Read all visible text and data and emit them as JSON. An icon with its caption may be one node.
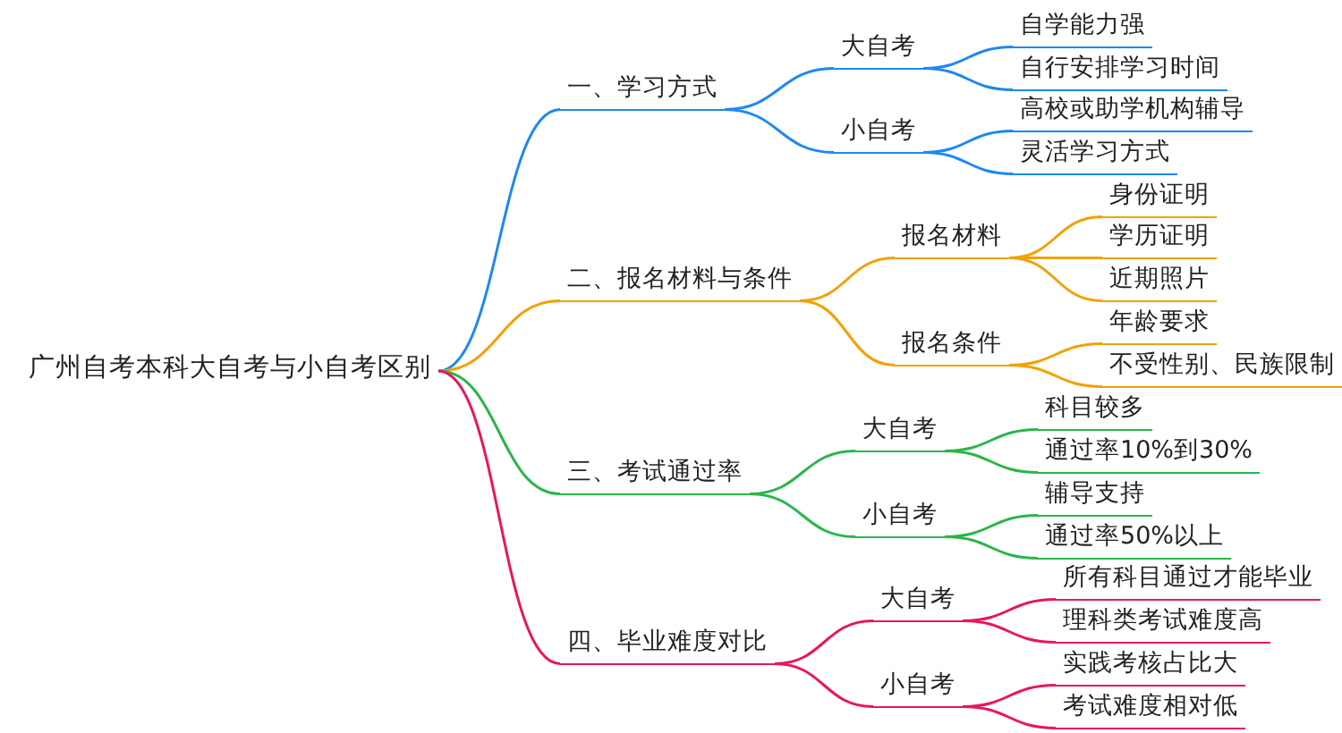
{
  "diagram": {
    "nodes": [
      {
        "text": [
          "广州自考本科大自考与小自考区别"
        ]
      },
      {
        "text": [
          "一、学习方式"
        ]
      },
      {
        "text": [
          "大自考"
        ]
      },
      {
        "text": [
          "自学能力强"
        ]
      },
      {
        "text": [
          "自行安排学习时间"
        ]
      },
      {
        "text": [
          "小自考"
        ]
      },
      {
        "text": [
          "高校或助学机构辅导"
        ]
      },
      {
        "text": [
          "灵活学习方式"
        ]
      },
      {
        "text": [
          "二、报名材料与条件"
        ]
      },
      {
        "text": [
          "报名材料"
        ]
      },
      {
        "text": [
          "身份证明"
        ]
      },
      {
        "text": [
          "学历证明"
        ]
      },
      {
        "text": [
          "近期照片"
        ]
      },
      {
        "text": [
          "报名条件"
        ]
      },
      {
        "text": [
          "年龄要求"
        ]
      },
      {
        "text": [
          "不受性别、民族限制"
        ]
      },
      {
        "text": [
          "三、考试通过率"
        ]
      },
      {
        "text": [
          "大自考"
        ]
      },
      {
        "text": [
          "科目较多"
        ]
      },
      {
        "text": [
          "通过率10%到30%"
        ]
      },
      {
        "text": [
          "小自考"
        ]
      },
      {
        "text": [
          "辅导支持"
        ]
      },
      {
        "text": [
          "通过率50%以上"
        ]
      },
      {
        "text": [
          "四、毕业难度对比"
        ]
      },
      {
        "text": [
          "大自考"
        ]
      },
      {
        "text": [
          "所有科目通过才能毕业"
        ]
      },
      {
        "text": [
          "理科类考试难度高"
        ]
      },
      {
        "text": [
          "小自考"
        ]
      },
      {
        "text": [
          "实践考核占比大"
        ]
      },
      {
        "text": [
          "考试难度相对低"
        ]
      }
    ],
    "edges": [
      {
        "from": 0,
        "to": 1,
        "arrow": "none",
        "color": "#1e88f0"
      },
      {
        "from": 1,
        "to": 2,
        "arrow": "none",
        "color": "#1e88f0"
      },
      {
        "from": 2,
        "to": 3,
        "arrow": "none",
        "color": "#1e88f0"
      },
      {
        "from": 2,
        "to": 4,
        "arrow": "none",
        "color": "#1e88f0"
      },
      {
        "from": 1,
        "to": 5,
        "arrow": "none",
        "color": "#1e88f0"
      },
      {
        "from": 5,
        "to": 6,
        "arrow": "none",
        "color": "#1e88f0"
      },
      {
        "from": 5,
        "to": 7,
        "arrow": "none",
        "color": "#1e88f0"
      },
      {
        "from": 0,
        "to": 8,
        "arrow": "none",
        "color": "#f2a100"
      },
      {
        "from": 8,
        "to": 9,
        "arrow": "none",
        "color": "#f2a100"
      },
      {
        "from": 9,
        "to": 10,
        "arrow": "none",
        "color": "#f2a100"
      },
      {
        "from": 9,
        "to": 11,
        "arrow": "none",
        "color": "#f2a100"
      },
      {
        "from": 9,
        "to": 12,
        "arrow": "none",
        "color": "#f2a100"
      },
      {
        "from": 8,
        "to": 13,
        "arrow": "none",
        "color": "#f2a100"
      },
      {
        "from": 13,
        "to": 14,
        "arrow": "none",
        "color": "#f2a100"
      },
      {
        "from": 13,
        "to": 15,
        "arrow": "none",
        "color": "#f2a100"
      },
      {
        "from": 0,
        "to": 16,
        "arrow": "none",
        "color": "#2bb54a"
      },
      {
        "from": 16,
        "to": 17,
        "arrow": "none",
        "color": "#2bb54a"
      },
      {
        "from": 17,
        "to": 18,
        "arrow": "none",
        "color": "#2bb54a"
      },
      {
        "from": 17,
        "to": 19,
        "arrow": "none",
        "color": "#2bb54a"
      },
      {
        "from": 16,
        "to": 20,
        "arrow": "none",
        "color": "#2bb54a"
      },
      {
        "from": 20,
        "to": 21,
        "arrow": "none",
        "color": "#2bb54a"
      },
      {
        "from": 20,
        "to": 22,
        "arrow": "none",
        "color": "#2bb54a"
      },
      {
        "from": 0,
        "to": 23,
        "arrow": "none",
        "color": "#e8165f"
      },
      {
        "from": 23,
        "to": 24,
        "arrow": "none",
        "color": "#e8165f"
      },
      {
        "from": 24,
        "to": 25,
        "arrow": "none",
        "color": "#e8165f"
      },
      {
        "from": 24,
        "to": 26,
        "arrow": "none",
        "color": "#e8165f"
      },
      {
        "from": 23,
        "to": 27,
        "arrow": "none",
        "color": "#e8165f"
      },
      {
        "from": 27,
        "to": 28,
        "arrow": "none",
        "color": "#e8165f"
      },
      {
        "from": 27,
        "to": 29,
        "arrow": "none",
        "color": "#e8165f"
      }
    ]
  }
}
